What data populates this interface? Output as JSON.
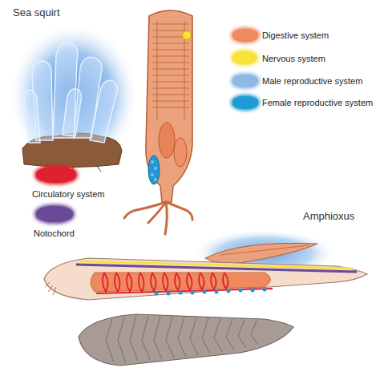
{
  "diagram": {
    "labels": [
      "Sea squirt",
      "Amphioxus"
    ],
    "legend": [
      {
        "text": "Digestive system",
        "color": "#ef8a5e"
      },
      {
        "text": "Nervous system",
        "color": "#f7e23a"
      },
      {
        "text": "Male reproductive system",
        "color": "#8fb9e3"
      },
      {
        "text": "Female reproductive system",
        "color": "#1f9ad2"
      },
      {
        "text": "Circulatory system",
        "color": "#e0202e"
      },
      {
        "text": "Notochord",
        "color": "#6a4a98"
      }
    ]
  }
}
